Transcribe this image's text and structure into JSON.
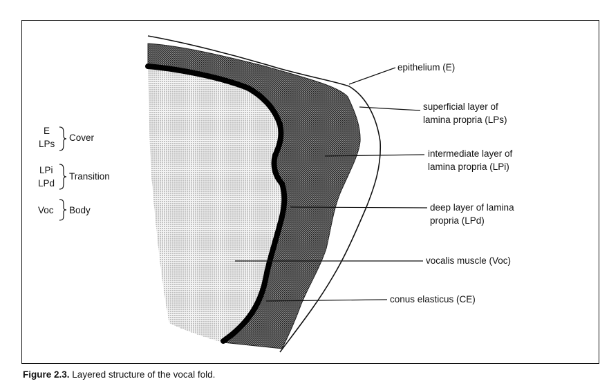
{
  "labels": {
    "epithelium": "epithelium (E)",
    "lps_1": "superficial layer of",
    "lps_2": "lamina propria (LPs)",
    "lpi_1": "intermediate layer of",
    "lpi_2": "lamina propria (LPi)",
    "lpd_1": "deep layer of lamina",
    "lpd_2": "propria (LPd)",
    "voc": "vocalis muscle (Voc)",
    "ce": "conus elasticus (CE)"
  },
  "groups": {
    "cover": {
      "items": [
        "E",
        "LPs"
      ],
      "name": "Cover"
    },
    "transition": {
      "items": [
        "LPi",
        "LPd"
      ],
      "name": "Transition"
    },
    "body": {
      "items": [
        "Voc"
      ],
      "name": "Body"
    }
  },
  "caption": {
    "label": "Figure 2.3.",
    "text": "Layered structure of the vocal fold."
  }
}
